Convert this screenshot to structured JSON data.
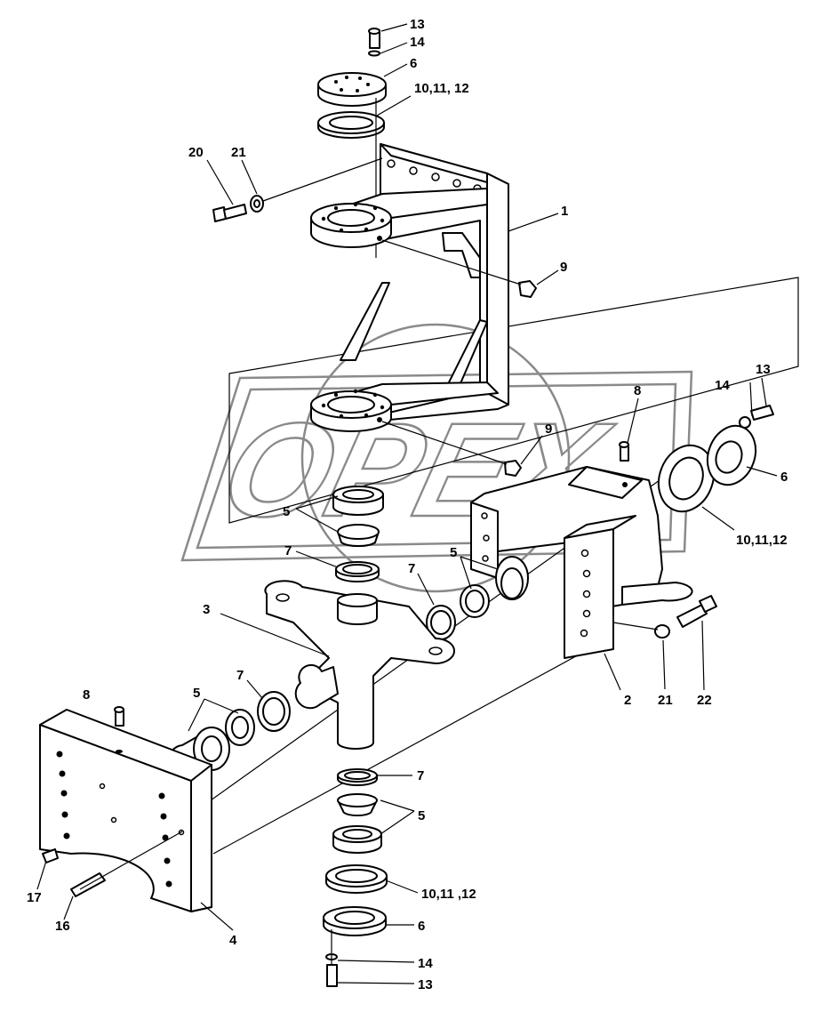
{
  "watermark": "OPEX",
  "callouts": {
    "c13a": "13",
    "c14a": "14",
    "c6a": "6",
    "c101112a": "10,11, 12",
    "c20": "20",
    "c21a": "21",
    "c1": "1",
    "c9a": "9",
    "c8a": "8",
    "c9b": "9",
    "c13b": "13",
    "c14b": "14",
    "c6b": "6",
    "c101112b": "10,11,12",
    "c5a": "5",
    "c7a": "7",
    "c7b": "7",
    "c5b": "5",
    "c3": "3",
    "c7c": "7",
    "c5c": "5",
    "c8b": "8",
    "c2": "2",
    "c21b": "21",
    "c22": "22",
    "c7d": "7",
    "c5d": "5",
    "c17": "17",
    "c16": "16",
    "c4": "4",
    "c101112c": "10,11 ,12",
    "c6c": "6",
    "c14c": "14",
    "c13c": "13"
  }
}
